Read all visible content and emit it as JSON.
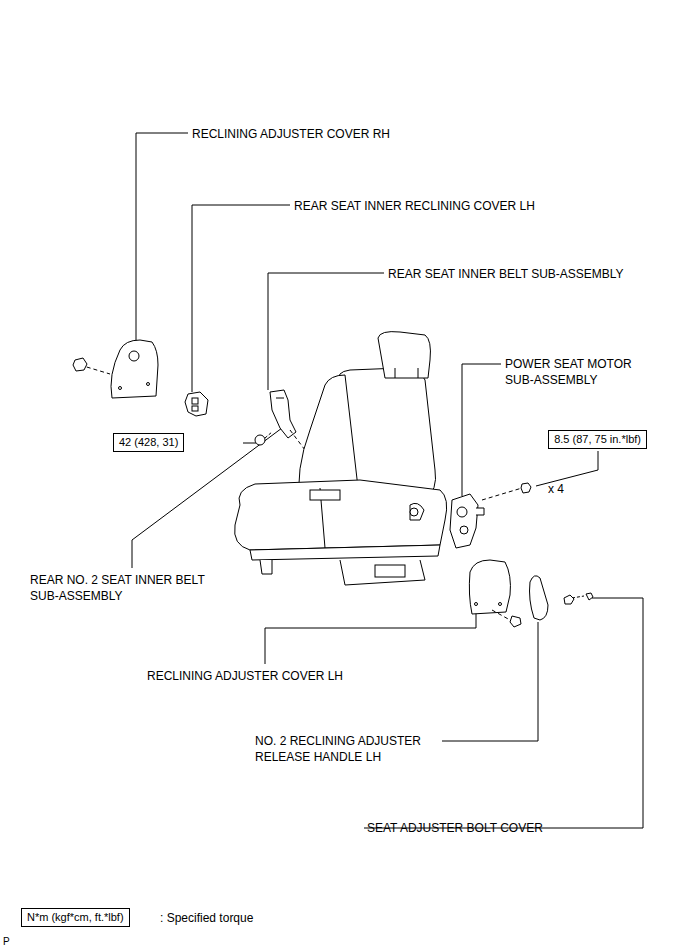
{
  "diagram": {
    "nodes": [
      {
        "text": [
          "42 (428, 31)"
        ]
      },
      {
        "text": [
          "8.5 (87, 75 in.*lbf)"
        ]
      },
      {
        "text": [
          "N*m (kgf*cm, ft.*lbf)"
        ]
      }
    ],
    "labels": [
      "RECLINING ADJUSTER COVER RH",
      "REAR SEAT INNER RECLINING COVER LH",
      "REAR SEAT INNER BELT SUB-ASSEMBLY",
      "POWER SEAT MOTOR SUB-ASSEMBLY",
      "x 4",
      "REAR NO. 2 SEAT INNER BELT SUB-ASSEMBLY",
      "RECLINING ADJUSTER COVER LH",
      "NO. 2 RECLINING ADJUSTER RELEASE HANDLE LH",
      "SEAT ADJUSTER BOLT COVER",
      ": Specified torque",
      "P"
    ]
  }
}
